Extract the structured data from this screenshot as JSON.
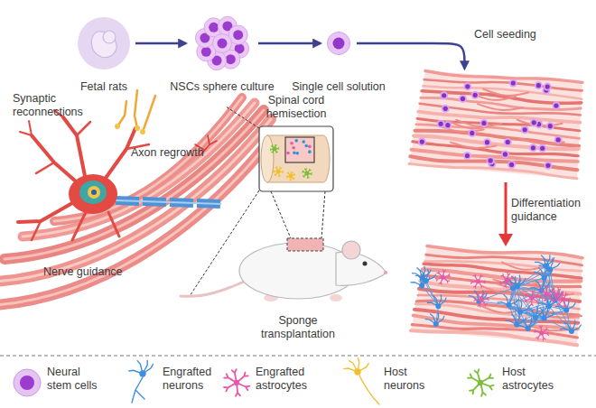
{
  "diagram": {
    "nodes": [
      {
        "text": [
          "Fetal rats"
        ]
      },
      {
        "text": [
          "NSCs sphere culture"
        ]
      },
      {
        "text": [
          "Single cell solution"
        ]
      },
      {
        "text": [
          "Cell seeding"
        ]
      },
      {
        "text": [
          "Spinal cord hemisection"
        ]
      },
      {
        "text": [
          "Sponge transplantation"
        ]
      }
    ],
    "edges": [
      {
        "from": 0,
        "to": 1,
        "arrow": "to"
      },
      {
        "from": 1,
        "to": 2,
        "arrow": "to"
      },
      {
        "from": 2,
        "to": 3,
        "arrow": "to"
      }
    ],
    "labels": [
      "Synaptic reconnections",
      "Axon regrowth",
      "Differentiation guidance",
      "Nerve guidance"
    ],
    "legend": [
      {
        "text": "Neural stem cells"
      },
      {
        "text": "Engrafted neurons"
      },
      {
        "text": "Engrafted astrocytes"
      },
      {
        "text": "Host neurons"
      },
      {
        "text": "Host astrocytes"
      }
    ]
  }
}
